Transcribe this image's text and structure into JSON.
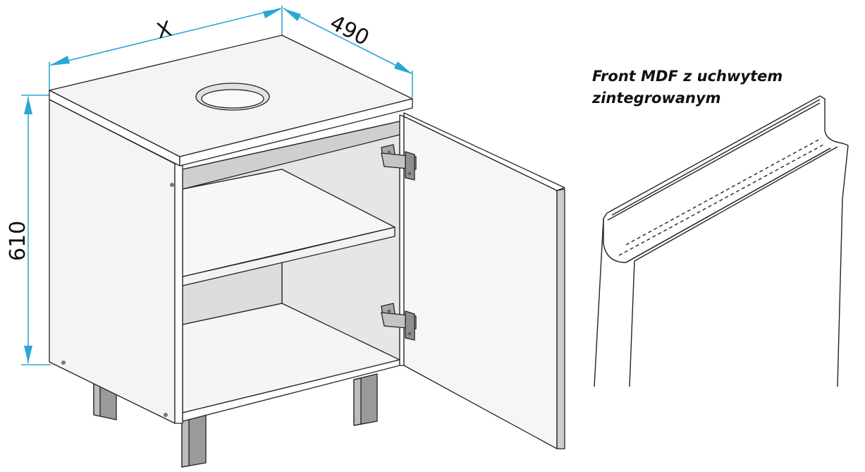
{
  "dimensions": {
    "width_label": "X",
    "depth_label": "490",
    "height_label": "610"
  },
  "caption": "Front MDF z uchwytem\nzintegrowanym",
  "colors": {
    "dimension_line": "#2aa7d6",
    "panel_light": "#f4f4f4",
    "panel_mid": "#e4e4e4",
    "panel_dark": "#c8c8c8",
    "leg": "#9a9a9a",
    "edge": "#222222"
  }
}
